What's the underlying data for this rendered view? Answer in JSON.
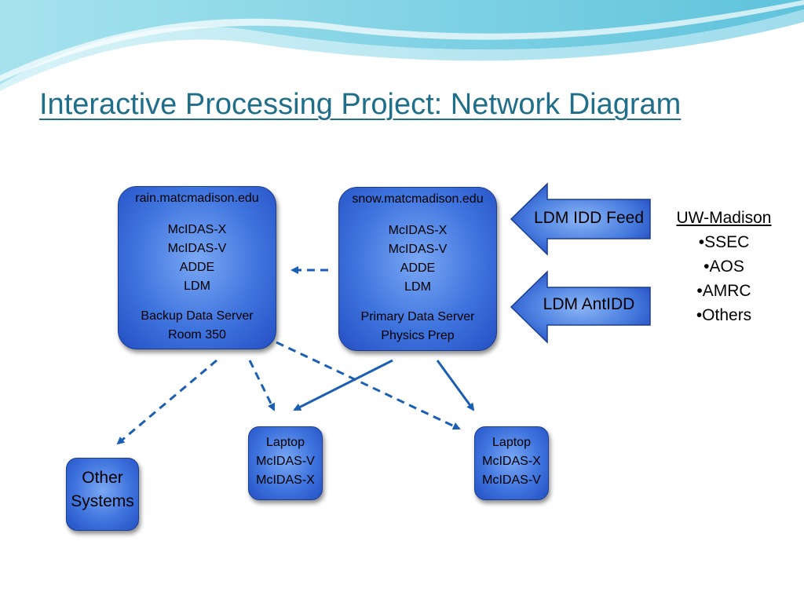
{
  "title": "Interactive Processing Project:  Network Diagram",
  "servers": {
    "rain": {
      "host": "rain.matcmadison.edu",
      "software": [
        "McIDAS-X",
        "McIDAS-V",
        "ADDE",
        "LDM"
      ],
      "role": [
        "Backup Data Server",
        "Room 350"
      ]
    },
    "snow": {
      "host": "snow.matcmadison.edu",
      "software": [
        "McIDAS-X",
        "McIDAS-V",
        "ADDE",
        "LDM"
      ],
      "role": [
        "Primary Data Server",
        "Physics Prep"
      ]
    }
  },
  "laptops": [
    [
      "Laptop",
      "McIDAS-V",
      "McIDAS-X"
    ],
    [
      "Laptop",
      "McIDAS-X",
      "McIDAS-V"
    ]
  ],
  "other_systems": [
    "Other",
    "Systems"
  ],
  "feeds": [
    "LDM IDD Feed",
    "LDM AntIDD"
  ],
  "sources": {
    "header": "UW-Madison",
    "items": [
      "•SSEC",
      "•AOS",
      "•AMRC",
      "•Others"
    ]
  },
  "colors": {
    "title": "#1f6e8a",
    "box_fill": "#3f74de",
    "box_border": "#1c3d8f",
    "arrow": "#1a5fb4",
    "wave": "#7fd3e6"
  }
}
